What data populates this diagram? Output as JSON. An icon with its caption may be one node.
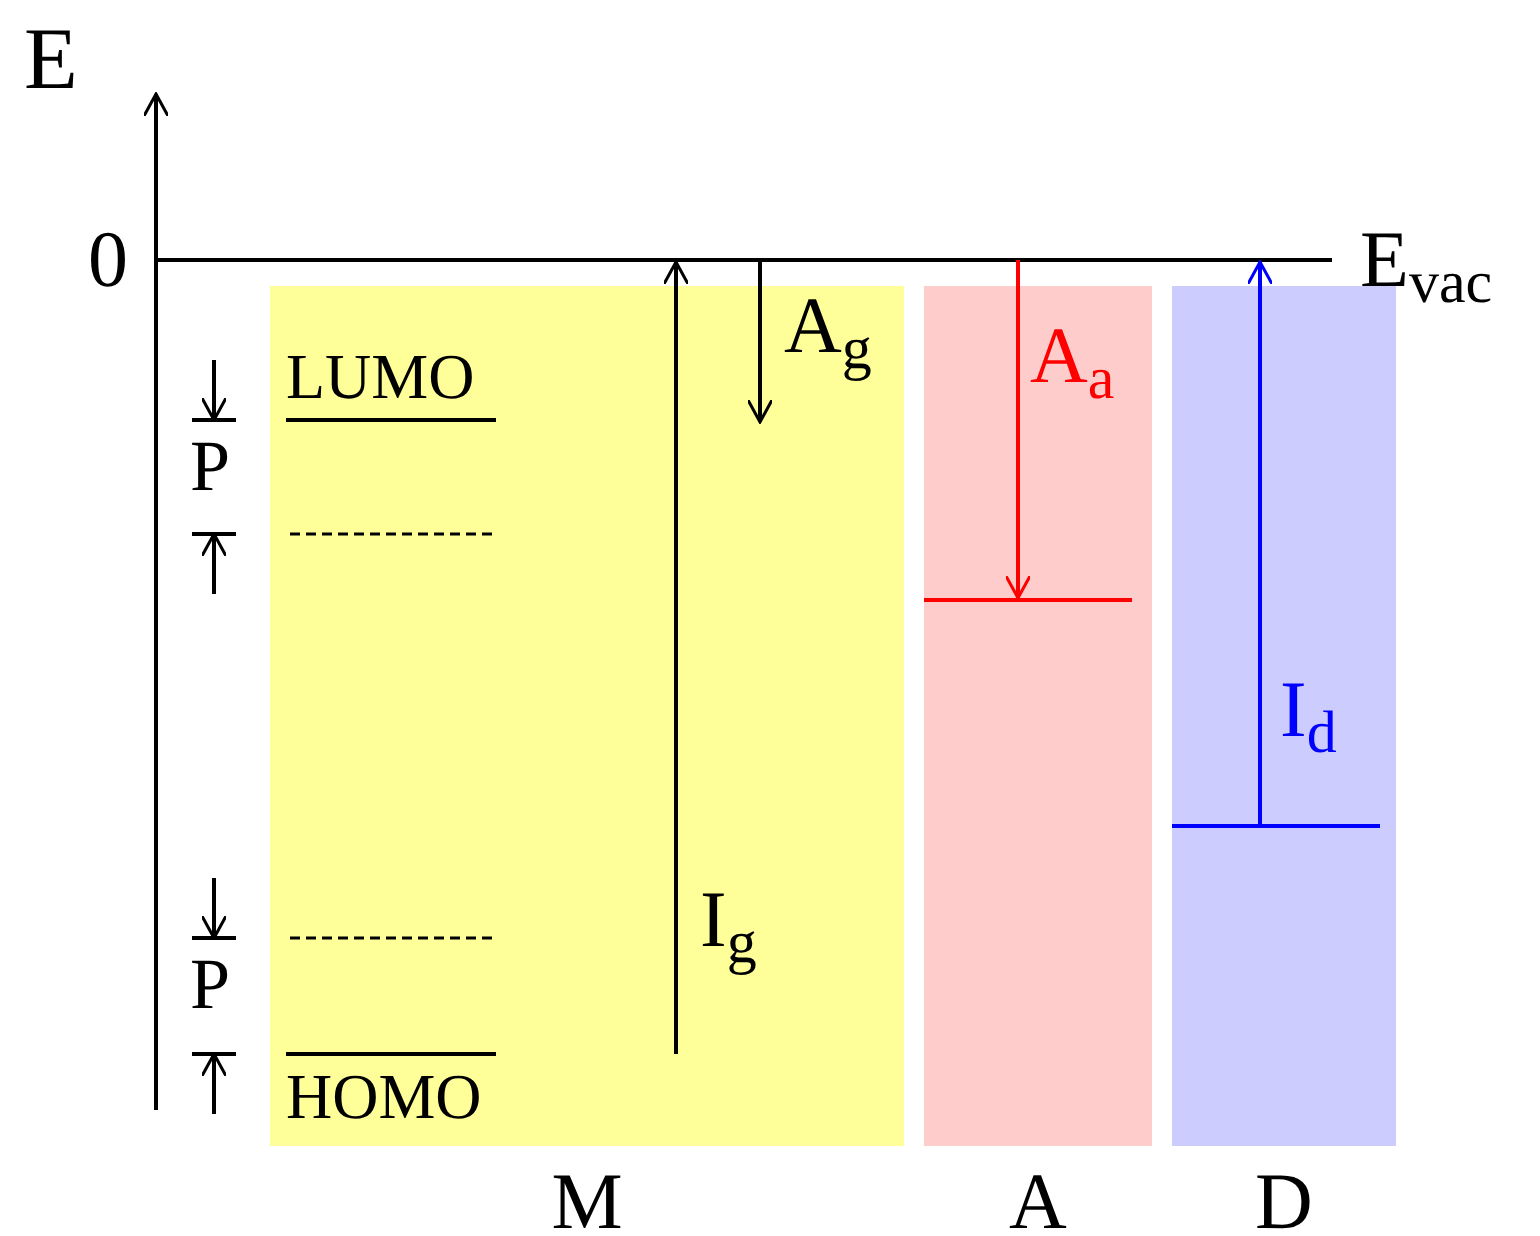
{
  "diagram": {
    "nodes": [
      {
        "text": [
          "M"
        ]
      },
      {
        "text": [
          "A"
        ]
      },
      {
        "text": [
          "D"
        ]
      }
    ],
    "labels": [
      "E",
      "0",
      "E$_{vac}$",
      "A$_{g}$",
      "LUMO",
      "A$_{a}$",
      "P",
      "I$_{d}$",
      "I$_{g}$",
      "P",
      "HOMO"
    ]
  }
}
